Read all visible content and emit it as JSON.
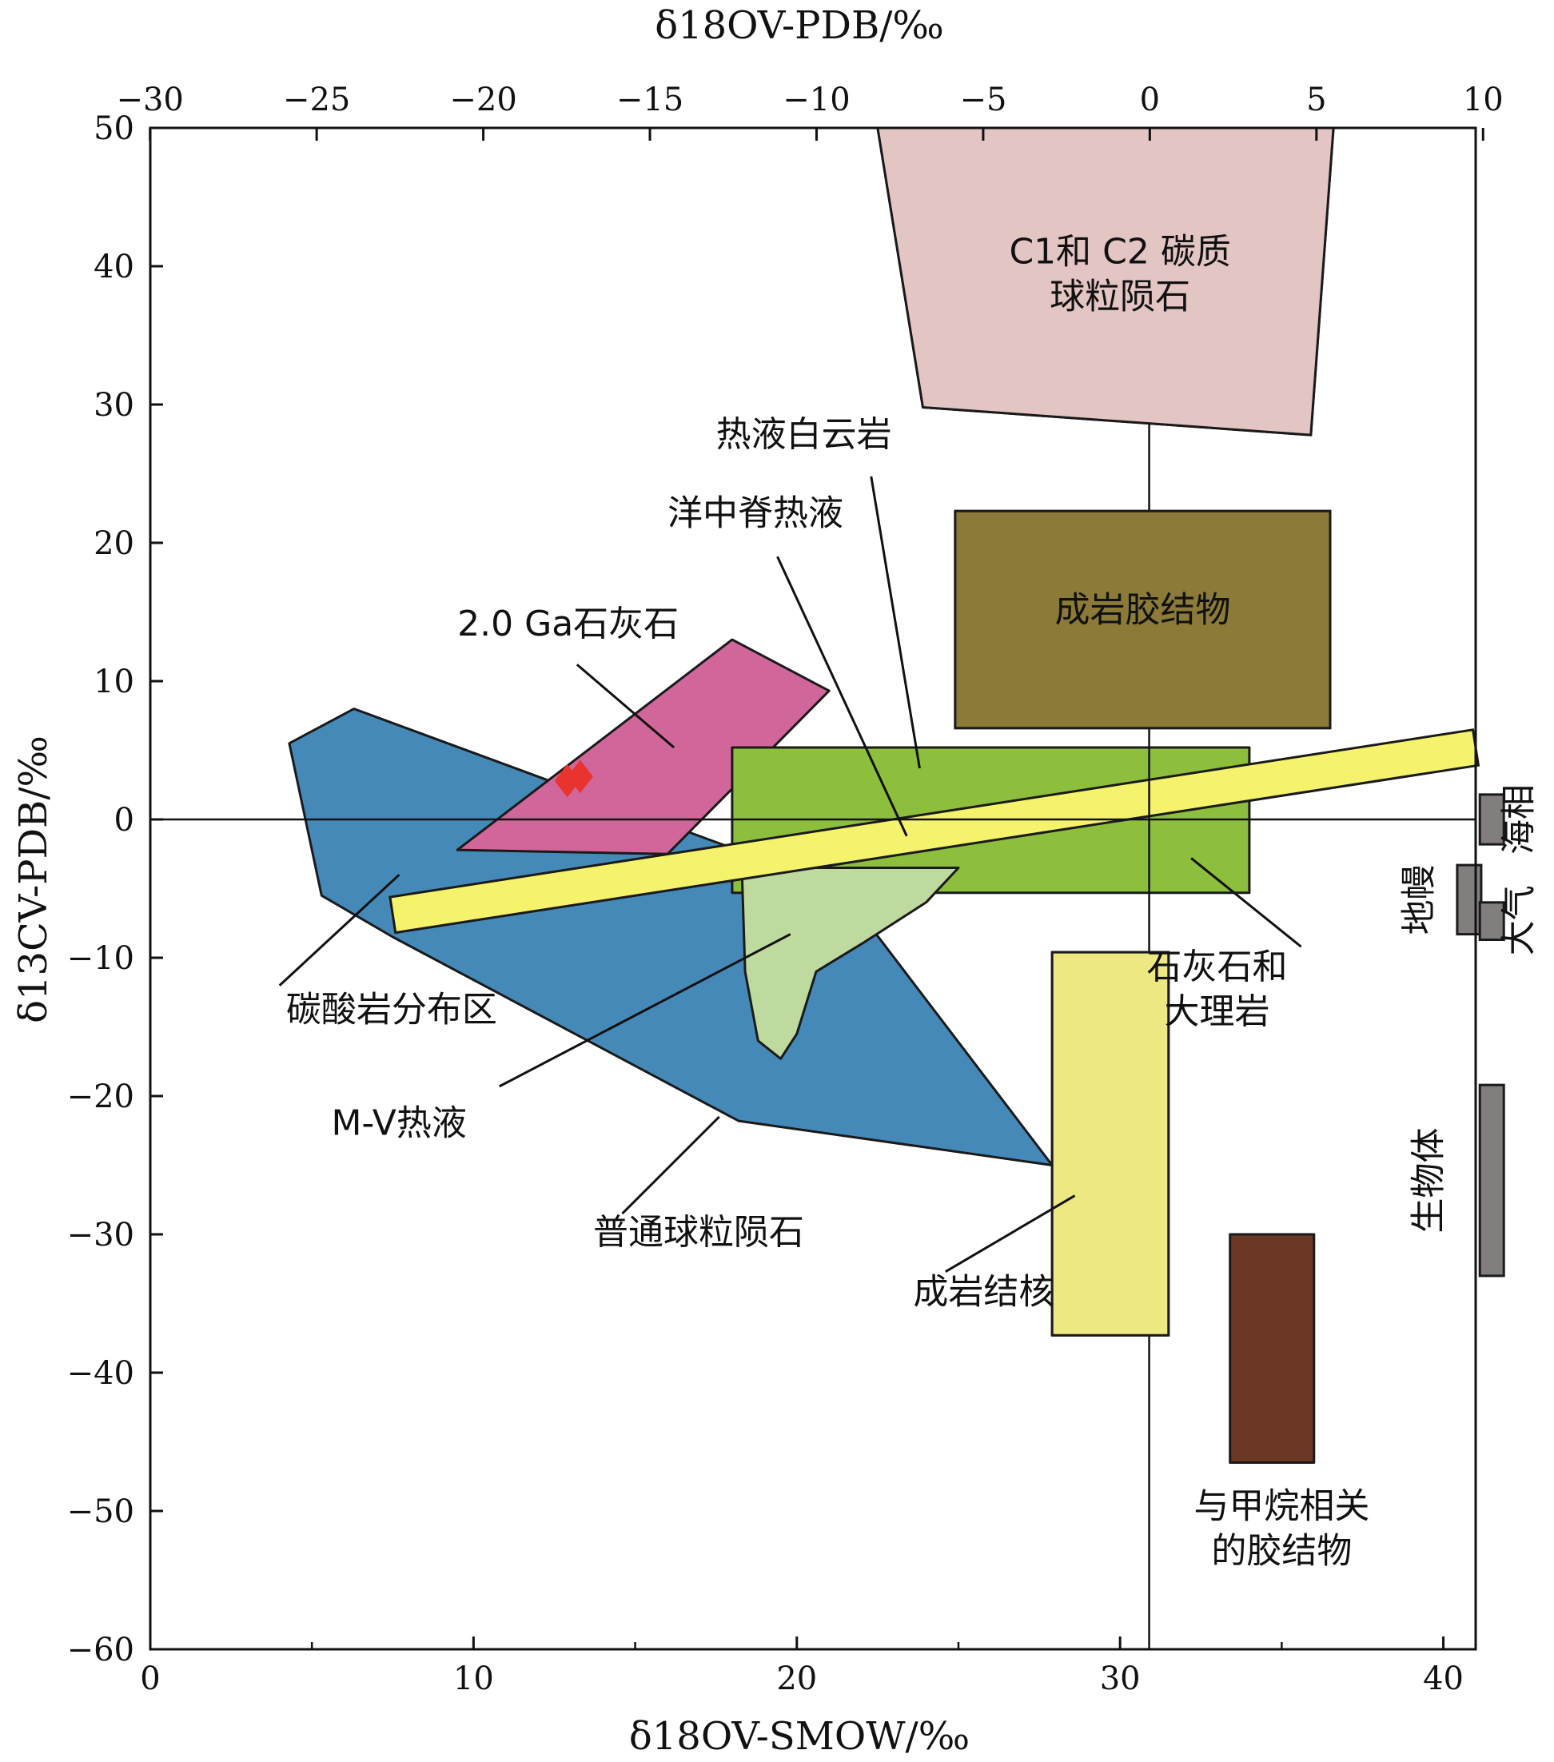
{
  "chart_data": {
    "type": "scatter",
    "title": "",
    "xlabel": "δ18OV-SMOW/‰",
    "x2label": "δ18OV-PDB/‰",
    "ylabel": "δ13CV-PDB/‰",
    "xlim": [
      0,
      41
    ],
    "ylim": [
      -60,
      50
    ],
    "x_ticks": [
      0,
      10,
      20,
      30,
      40
    ],
    "x_tick_labels": [
      "0",
      "10",
      "20",
      "30",
      "40"
    ],
    "x2_ticks": [
      -30,
      -25,
      -20,
      -15,
      -10,
      -5,
      0,
      5,
      10
    ],
    "x2_tick_labels": [
      "−30",
      "−25",
      "−20",
      "−15",
      "−10",
      "−5",
      "0",
      "5",
      "10"
    ],
    "y_ticks": [
      50,
      40,
      30,
      20,
      10,
      0,
      -10,
      -20,
      -30,
      -40,
      -50,
      -60
    ],
    "y_tick_labels": [
      "50",
      "40",
      "30",
      "20",
      "10",
      "0",
      "−10",
      "−20",
      "−30",
      "−40",
      "−50",
      "−60"
    ],
    "grid": false,
    "reference_lines": [
      {
        "orientation": "horizontal",
        "value": 0
      },
      {
        "orientation": "vertical",
        "value": 30.9
      }
    ],
    "regions": [
      {
        "id": "carbonatite",
        "label": "碳酸岩分布区",
        "color": "#4589B9",
        "polygon": [
          [
            4.3,
            5.5
          ],
          [
            6.3,
            8.0
          ],
          [
            18.5,
            -2.5
          ],
          [
            22.2,
            -7.5
          ],
          [
            27.9,
            -25.0
          ],
          [
            18.2,
            -21.8
          ],
          [
            7.5,
            -8.5
          ],
          [
            5.3,
            -5.5
          ]
        ],
        "label_pos": [
          4.2,
          -14.6
        ],
        "leader": [
          [
            4.0,
            -12.0
          ],
          [
            7.7,
            -4.0
          ]
        ]
      },
      {
        "id": "limestone-2ga",
        "label": "2.0 Ga石灰石",
        "color": "#D1669A",
        "polygon": [
          [
            9.5,
            -2.2
          ],
          [
            18.0,
            13.0
          ],
          [
            21.0,
            9.3
          ],
          [
            16.0,
            -2.5
          ]
        ],
        "label_pos": [
          9.5,
          13.3
        ],
        "leader": [
          [
            13.2,
            11.2
          ],
          [
            16.2,
            5.2
          ]
        ]
      },
      {
        "id": "hydrothermal-dolomite",
        "label": "热液白云岩",
        "color": "#DD3A88",
        "polygon": [
          [
            19.5,
            5.2
          ],
          [
            25.6,
            5.2
          ],
          [
            25.6,
            -3.3
          ],
          [
            19.5,
            -3.3
          ]
        ],
        "label_pos": [
          17.5,
          27.0
        ],
        "leader": [
          [
            22.3,
            24.8
          ],
          [
            23.8,
            3.7
          ]
        ]
      },
      {
        "id": "limestone-marble",
        "label": "石灰石和大理岩",
        "color": "#8DBF3C",
        "polygon": [
          [
            18.0,
            5.2
          ],
          [
            34.0,
            5.2
          ],
          [
            34.0,
            -5.3
          ],
          [
            18.0,
            -5.3
          ]
        ],
        "label_line1": "石灰石和",
        "label_line2": "大理岩",
        "label_pos": [
          33.0,
          -11.5
        ],
        "leader": [
          [
            35.6,
            -9.2
          ],
          [
            32.2,
            -2.8
          ]
        ]
      },
      {
        "id": "mv-hydrothermal",
        "label": "M-V热液",
        "color": "#BFDA9E",
        "polygon": [
          [
            18.3,
            -3.5
          ],
          [
            25.0,
            -3.5
          ],
          [
            24.0,
            -6.0
          ],
          [
            22.0,
            -9.0
          ],
          [
            20.6,
            -11.0
          ],
          [
            20.0,
            -15.5
          ],
          [
            19.5,
            -17.3
          ],
          [
            18.8,
            -16.0
          ],
          [
            18.4,
            -11.0
          ]
        ],
        "label_pos": [
          5.6,
          -22.8
        ],
        "leader": [
          [
            10.8,
            -19.3
          ],
          [
            19.8,
            -8.3
          ]
        ]
      },
      {
        "id": "diagenetic-cement",
        "label": "成岩胶结物",
        "color": "#8B7A38",
        "polygon": [
          [
            24.9,
            22.3
          ],
          [
            36.5,
            22.3
          ],
          [
            36.5,
            6.6
          ],
          [
            24.9,
            6.6
          ]
        ],
        "label_pos": [
          30.7,
          14.3
        ]
      },
      {
        "id": "c1c2-chondrite",
        "label": "C1和C2碳质球粒陨石",
        "color": "#E3C5C4",
        "label_line1": "C1和 C2 碳质",
        "label_line2": "球粒陨石",
        "polygon": [
          [
            22.5,
            50.0
          ],
          [
            36.6,
            50.0
          ],
          [
            35.9,
            27.8
          ],
          [
            23.9,
            29.8
          ]
        ],
        "label_pos": [
          30.0,
          40.2
        ]
      },
      {
        "id": "ordinary-chondrite",
        "label": "普通球粒陨石",
        "color": "#4589B9",
        "label_pos": [
          13.7,
          -30.7
        ],
        "leader": [
          [
            14.6,
            -28.5
          ],
          [
            17.6,
            -21.5
          ]
        ]
      },
      {
        "id": "mor-hydrothermal",
        "label": "洋中脊热液",
        "color": "#4589B9",
        "label_pos": [
          16.0,
          21.3
        ],
        "leader": [
          [
            19.4,
            19.0
          ],
          [
            23.4,
            -1.2
          ]
        ]
      },
      {
        "id": "diagenetic-concretion",
        "label": "成岩结核",
        "color": "#EEE882",
        "polygon": [
          [
            27.9,
            -9.6
          ],
          [
            31.5,
            -9.6
          ],
          [
            31.5,
            -37.3
          ],
          [
            27.9,
            -37.3
          ]
        ],
        "label_pos": [
          23.6,
          -35.0
        ],
        "leader": [
          [
            24.6,
            -32.7
          ],
          [
            28.6,
            -27.2
          ]
        ]
      },
      {
        "id": "methane-cement",
        "label": "与甲烷相关的胶结物",
        "color": "#6A3824",
        "label_line1": "与甲烷相关",
        "label_line2": "的胶结物",
        "polygon": [
          [
            33.4,
            -30.0
          ],
          [
            36.0,
            -30.0
          ],
          [
            36.0,
            -46.5
          ],
          [
            33.4,
            -46.5
          ]
        ],
        "label_pos": [
          35.0,
          -50.5
        ]
      }
    ],
    "trend_band": {
      "color": "#F5F26C",
      "from": [
        7.5,
        -6.9
      ],
      "to": [
        41.0,
        5.2
      ],
      "half_width_data": 1.3
    },
    "side_bars": [
      {
        "id": "marine",
        "label": "海相",
        "color": "#837E7E",
        "x": 41.5,
        "y_range": [
          -1.8,
          1.8
        ],
        "label_x": 42.4,
        "label_y": 0.0
      },
      {
        "id": "mantle",
        "label": "地幔",
        "color": "#837E7E",
        "x": 40.8,
        "y_range": [
          -8.3,
          -3.3
        ],
        "label_x": 39.3,
        "label_y": -5.8
      },
      {
        "id": "atmosphere",
        "label": "大气",
        "color": "#837E7E",
        "x": 41.5,
        "y_range": [
          -8.7,
          -6.0
        ],
        "label_x": 42.4,
        "label_y": -7.3
      },
      {
        "id": "biota",
        "label": "生物体",
        "color": "#837E7E",
        "x": 41.5,
        "y_range": [
          -33.0,
          -19.2
        ],
        "label_x": 39.6,
        "label_y": -26.1
      }
    ],
    "data_points": [
      {
        "x": 12.9,
        "y": 2.8,
        "marker": "diamond",
        "color": "#E8332E"
      },
      {
        "x": 13.3,
        "y": 3.1,
        "marker": "diamond",
        "color": "#E8332E"
      }
    ]
  }
}
